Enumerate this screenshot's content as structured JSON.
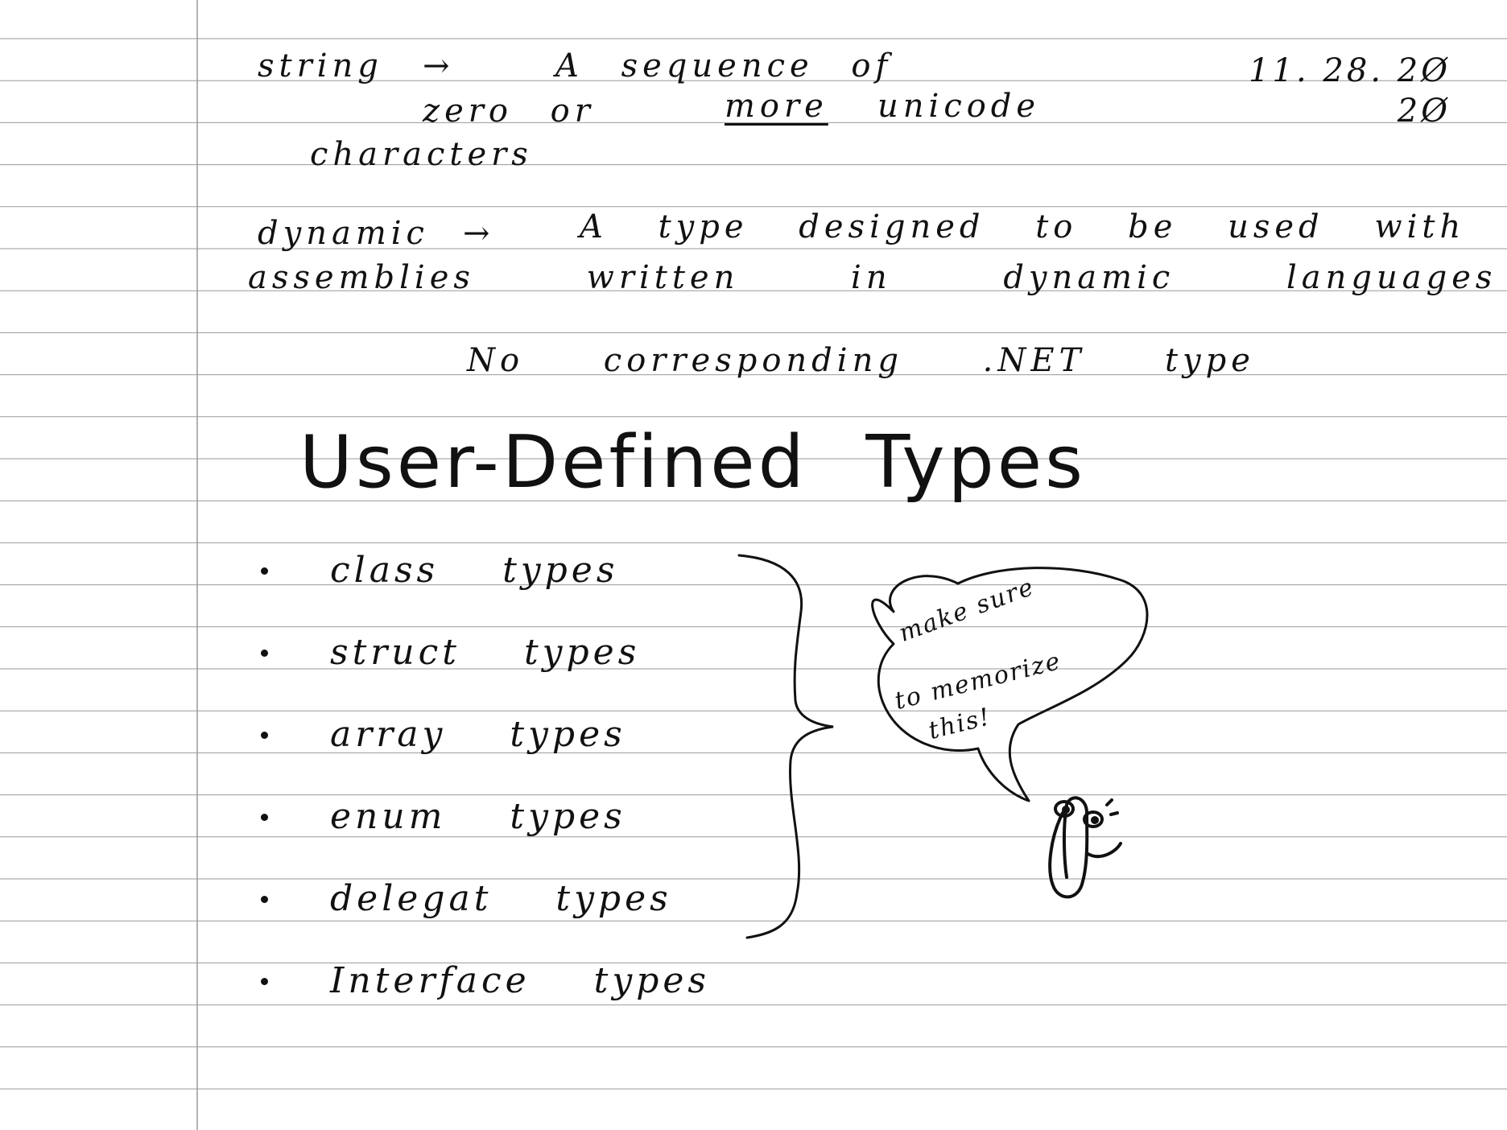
{
  "note": {
    "date_line1": "11. 28. 2Ø",
    "date_line2": "2Ø",
    "string_def": {
      "term": "string",
      "arrow": "→",
      "line1": "A sequence of",
      "line2_a": "zero or",
      "line2_b": "more",
      "line2_c": "unicode",
      "line3": "characters"
    },
    "dynamic_def": {
      "term": "dynamic",
      "arrow": "→",
      "line1": "A type designed to be used with",
      "line2": "assemblies written in dynamic languages"
    },
    "net_note": "No corresponding .NET type",
    "title": "User-Defined Types",
    "bullets": [
      "class types",
      "struct types",
      "array types",
      "enum types",
      "delegat types",
      "Interface types"
    ],
    "speech_bubble": {
      "line1": "make sure",
      "line2": "to memorize",
      "line3": "this!"
    },
    "mascot_icon": "paperclip-assistant-icon"
  }
}
